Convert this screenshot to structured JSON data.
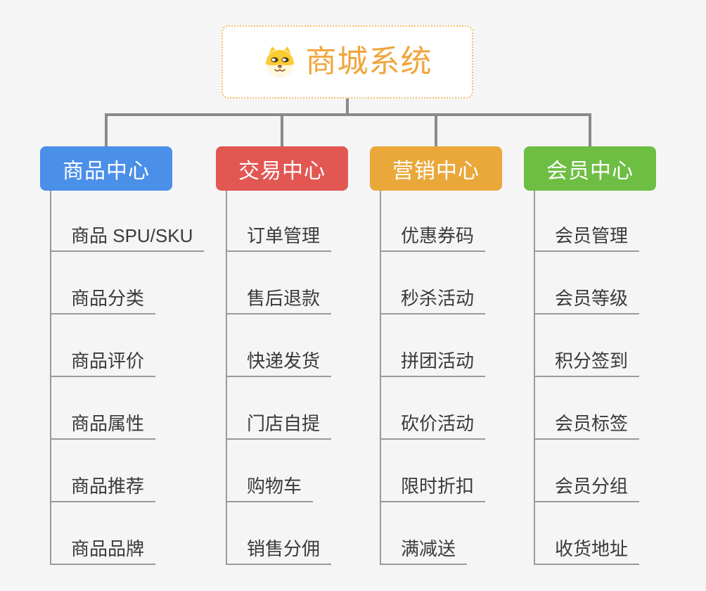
{
  "root": {
    "title": "商城系统",
    "icon": "dog-face-icon",
    "title_color": "#F0A53C",
    "border_color": "#F3BE66"
  },
  "connector_color": "#8a8a8a",
  "leaf_line_color": "#9a9a9a",
  "branches": [
    {
      "label": "商品中心",
      "color": "#4A8FE8",
      "items": [
        "商品 SPU/SKU",
        "商品分类",
        "商品评价",
        "商品属性",
        "商品推荐",
        "商品品牌"
      ]
    },
    {
      "label": "交易中心",
      "color": "#E25752",
      "items": [
        "订单管理",
        "售后退款",
        "快递发货",
        "门店自提",
        "购物车",
        "销售分佣"
      ]
    },
    {
      "label": "营销中心",
      "color": "#EAA83B",
      "items": [
        "优惠券码",
        "秒杀活动",
        "拼团活动",
        "砍价活动",
        "限时折扣",
        "满减送"
      ]
    },
    {
      "label": "会员中心",
      "color": "#6EBE44",
      "items": [
        "会员管理",
        "会员等级",
        "积分签到",
        "会员标签",
        "会员分组",
        "收货地址"
      ]
    }
  ]
}
